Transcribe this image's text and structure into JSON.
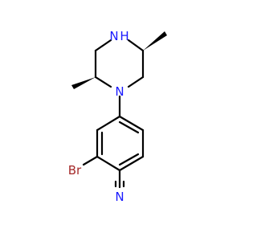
{
  "atoms": {
    "nh": {
      "label": "N",
      "h": "H",
      "color": "#1a1aff"
    },
    "n": {
      "label": "N",
      "color": "#1a1aff"
    },
    "br": {
      "label": "Br",
      "color": "#a52a2a"
    },
    "cn": {
      "label": "N",
      "color": "#1a1aff"
    }
  }
}
